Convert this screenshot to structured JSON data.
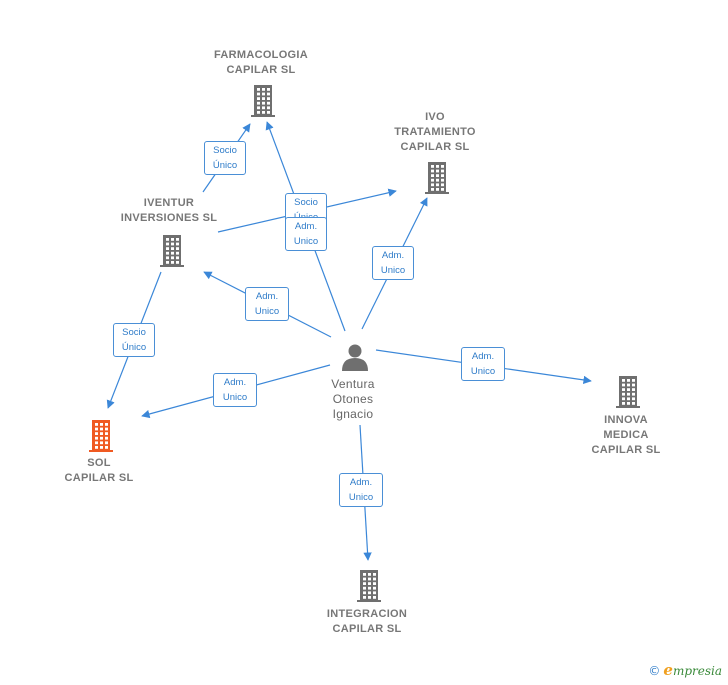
{
  "colors": {
    "edge": "#3b87d8",
    "building": "#6f6f6f",
    "building_highlight": "#f05a22",
    "person": "#6f6f6f"
  },
  "nodes": [
    {
      "id": "farmacologia",
      "label": "FARMACOLOGIA\nCAPILAR  SL",
      "kind": "building",
      "icon": "building-icon"
    },
    {
      "id": "ivo",
      "label": "IVO\nTRATAMIENTO\nCAPILAR  SL",
      "kind": "building",
      "icon": "building-icon"
    },
    {
      "id": "iventur",
      "label": "IVENTUR\nINVERSIONES SL",
      "kind": "building",
      "icon": "building-icon"
    },
    {
      "id": "ventura",
      "label": "Ventura\nOtones\nIgnacio",
      "kind": "person",
      "icon": "person-icon"
    },
    {
      "id": "innova",
      "label": "INNOVA\nMEDICA\nCAPILAR  SL",
      "kind": "building",
      "icon": "building-icon"
    },
    {
      "id": "sol",
      "label": "SOL\nCAPILAR  SL",
      "kind": "building-highlight",
      "icon": "building-icon"
    },
    {
      "id": "integracion",
      "label": "INTEGRACION\nCAPILAR  SL",
      "kind": "building",
      "icon": "building-icon"
    }
  ],
  "edges": [
    {
      "id": "e1",
      "from": "iventur",
      "to": "farmacologia",
      "label": "Socio\nÚnico"
    },
    {
      "id": "e2",
      "from": "iventur",
      "to": "ivo",
      "label": "Socio\nÚnico"
    },
    {
      "id": "e3",
      "from": "ventura",
      "to": "farmacologia",
      "label": "Adm.\nUnico"
    },
    {
      "id": "e4",
      "from": "ventura",
      "to": "ivo",
      "label": "Adm.\nUnico"
    },
    {
      "id": "e5",
      "from": "ventura",
      "to": "iventur",
      "label": "Adm.\nUnico"
    },
    {
      "id": "e6",
      "from": "iventur",
      "to": "sol",
      "label": "Socio\nÚnico"
    },
    {
      "id": "e7",
      "from": "ventura",
      "to": "sol",
      "label": "Adm.\nUnico"
    },
    {
      "id": "e8",
      "from": "ventura",
      "to": "innova",
      "label": "Adm.\nUnico"
    },
    {
      "id": "e9",
      "from": "ventura",
      "to": "integracion",
      "label": "Adm.\nUnico"
    }
  ],
  "watermark": {
    "copyright": "©",
    "brand_initial": "e",
    "brand_rest": "mpresia"
  }
}
